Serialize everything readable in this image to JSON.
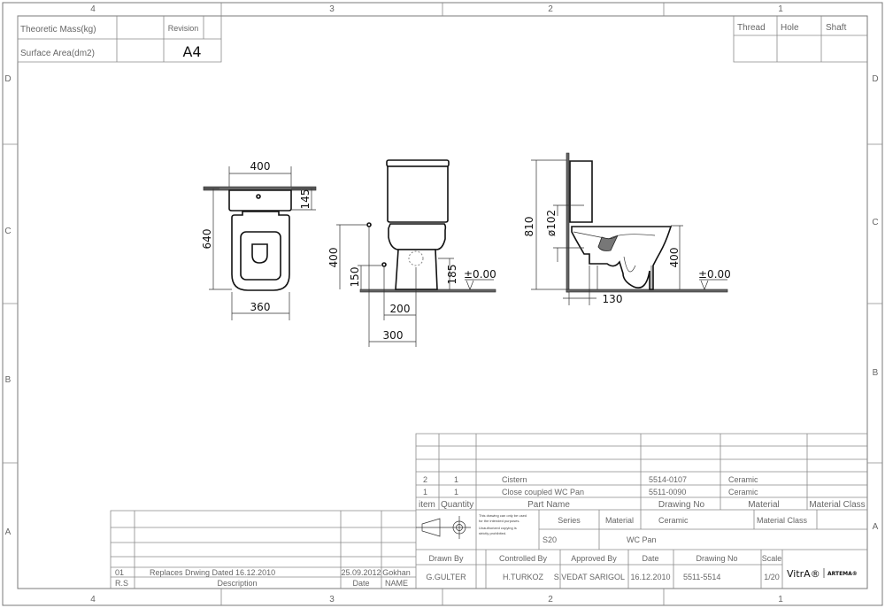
{
  "grid": {
    "columns": [
      "4",
      "3",
      "2",
      "1"
    ],
    "rows": [
      "D",
      "C",
      "B",
      "A"
    ]
  },
  "header_table": {
    "theoretic_mass_label": "Theoretic Mass(kg)",
    "surface_area_label": "Surface Area(dm2)",
    "revision_label": "Revision",
    "revision_value": "A4"
  },
  "corner_table": {
    "thread": "Thread",
    "hole": "Hole",
    "shaft": "Shaft"
  },
  "dimensions": {
    "plan": {
      "width": "400",
      "depth": "640",
      "cistern": "145",
      "seat_width": "360"
    },
    "front": {
      "height": "400",
      "inlet_height": "150",
      "outlet_height": "185",
      "level": "±0.00",
      "inlet_offset": "200",
      "supply_offset": "300"
    },
    "side": {
      "total_height": "810",
      "outlet_diameter": "ø102",
      "seat_height": "400",
      "level": "±0.00",
      "wall_distance": "130"
    }
  },
  "parts_list": {
    "headers": {
      "item": "item",
      "quantity": "Quantity",
      "part_name": "Part Name",
      "drawing_no": "Drawing No",
      "material": "Material",
      "material_class": "Material Class"
    },
    "items": [
      {
        "item": "2",
        "quantity": "1",
        "part_name": "Cistern",
        "drawing_no": "5514-0107",
        "material": "Ceramic"
      },
      {
        "item": "1",
        "quantity": "1",
        "part_name": "Close coupled WC Pan",
        "drawing_no": "5511-0090",
        "material": "Ceramic"
      }
    ]
  },
  "title_block": {
    "disclaimer": [
      "This drawing can only be used",
      "for the intended purposes.",
      "Unauthorized copying is",
      "strictly prohibited."
    ],
    "series_label": "Series",
    "material_label": "Material",
    "material_value": "Ceramic",
    "material_class_label": "Material Class",
    "series_value": "S20",
    "product": "WC Pan",
    "drawn_by_label": "Drawn By",
    "controlled_by_label": "Controlled By",
    "approved_by_label": "Approved By",
    "date_label": "Date",
    "drawing_no_label": "Drawing No",
    "scale_label": "Scale",
    "drawn_by": "G.GULTER",
    "controlled_by": "H.TURKOZ",
    "approved_by": "S.VEDAT SARIGOL",
    "date": "16.12.2010",
    "drawing_no": "5511-5514",
    "scale": "1/20",
    "logo_vitra": "VitrA®",
    "logo_artema": "ARTEMA®"
  },
  "revisions": {
    "headers": {
      "rs": "R.S",
      "description": "Description",
      "date": "Date",
      "name": "NAME"
    },
    "rows": [
      {
        "rs": "01",
        "description": "Replaces Drwing Dated 16.12.2010",
        "date": "25.09.2012",
        "name": "Gokhan"
      }
    ]
  }
}
